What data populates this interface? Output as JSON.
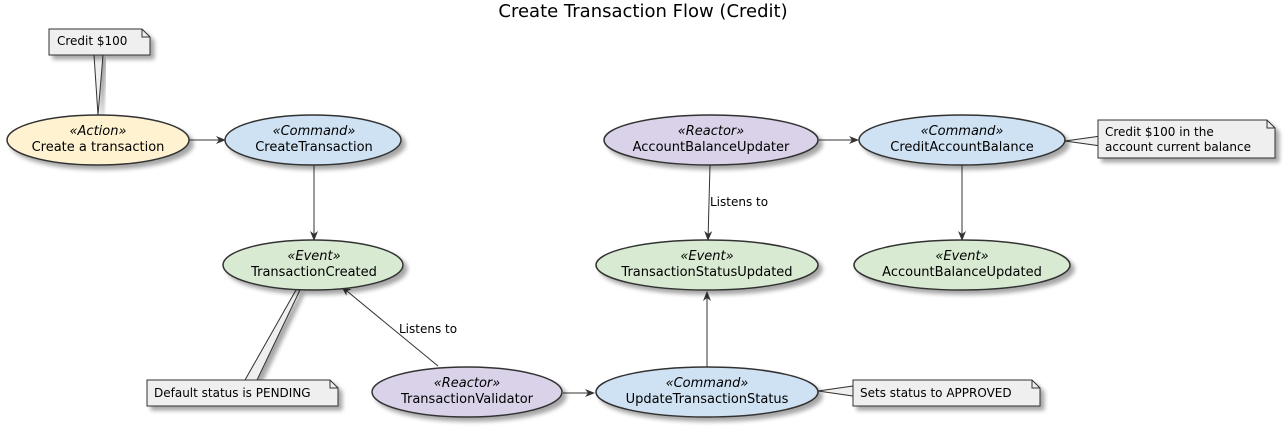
{
  "diagram": {
    "title": "Create Transaction Flow (Credit)",
    "colors": {
      "action": "#FEF2D0",
      "command": "#CFE2F3",
      "event": "#D9EAD3",
      "reactor": "#D9D2E9",
      "note": "#EFEFEF",
      "stroke": "#333333"
    },
    "nodes": {
      "action_create": {
        "stereotype": "«Action»",
        "name": "Create a transaction"
      },
      "cmd_create": {
        "stereotype": "«Command»",
        "name": "CreateTransaction"
      },
      "evt_created": {
        "stereotype": "«Event»",
        "name": "TransactionCreated"
      },
      "reactor_validator": {
        "stereotype": "«Reactor»",
        "name": "TransactionValidator"
      },
      "cmd_update_status": {
        "stereotype": "«Command»",
        "name": "UpdateTransactionStatus"
      },
      "evt_status_updated": {
        "stereotype": "«Event»",
        "name": "TransactionStatusUpdated"
      },
      "reactor_balance": {
        "stereotype": "«Reactor»",
        "name": "AccountBalanceUpdater"
      },
      "cmd_credit": {
        "stereotype": "«Command»",
        "name": "CreditAccountBalance"
      },
      "evt_balance_updated": {
        "stereotype": "«Event»",
        "name": "AccountBalanceUpdated"
      }
    },
    "notes": {
      "credit100": "Credit $100",
      "pending": "Default status is PENDING",
      "approved": "Sets status to APPROVED",
      "credit_balance_line1": "Credit $100 in the",
      "credit_balance_line2": "account current balance"
    },
    "edge_labels": {
      "listens_validator": "Listens to",
      "listens_balance": "Listens to"
    }
  }
}
